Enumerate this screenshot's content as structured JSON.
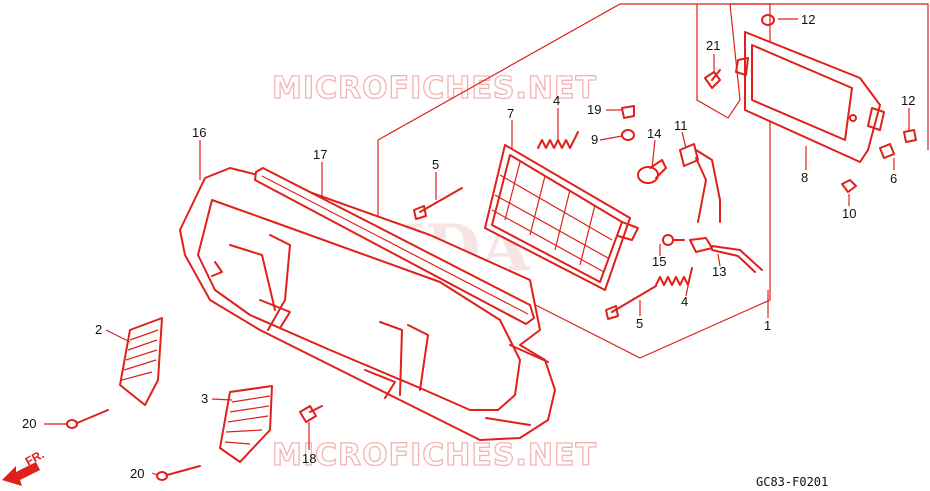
{
  "watermarks": {
    "site_top": "MICROFICHES.NET",
    "site_bottom": "MICROFICHES.NET",
    "brand": "HONDA"
  },
  "diagram_code": "GC83-F0201",
  "direction_label": "FR.",
  "callouts": {
    "p1": "1",
    "p2": "2",
    "p3": "3",
    "p4a": "4",
    "p4b": "4",
    "p5a": "5",
    "p5b": "5",
    "p6": "6",
    "p7": "7",
    "p8": "8",
    "p9": "9",
    "p10": "10",
    "p11": "11",
    "p12a": "12",
    "p12b": "12",
    "p13": "13",
    "p14": "14",
    "p15": "15",
    "p16": "16",
    "p17": "17",
    "p18": "18",
    "p19": "19",
    "p20a": "20",
    "p20b": "20",
    "p21": "21"
  },
  "colors": {
    "line": "#e0201a",
    "text": "#111111",
    "watermark": "#f2b4b2"
  }
}
